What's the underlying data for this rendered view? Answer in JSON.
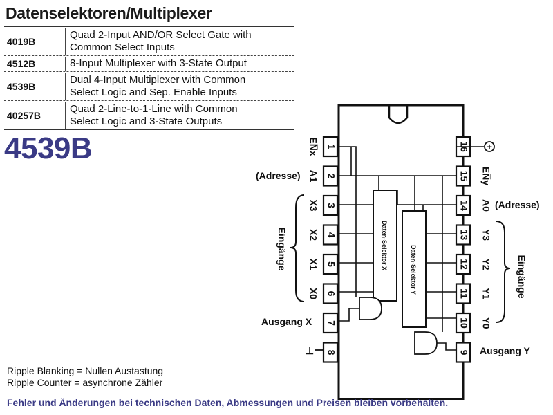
{
  "heading": "Datenselektoren/Multiplexer",
  "table": [
    {
      "code": "4019B",
      "desc": [
        "Quad 2-Input AND/OR Select Gate with",
        "Common Select Inputs"
      ]
    },
    {
      "code": "4512B",
      "desc": [
        "8-Input Multiplexer with 3-State Output"
      ]
    },
    {
      "code": "4539B",
      "desc": [
        "Dual 4-Input Multiplexer with Common",
        "Select Logic and Sep. Enable Inputs"
      ]
    },
    {
      "code": "40257B",
      "desc": [
        "Quad 2-Line-to-1-Line with Common",
        "Select Logic and 3-State Outputs"
      ]
    }
  ],
  "big_code": "4539B",
  "diagram": {
    "left_pins": [
      "1",
      "2",
      "3",
      "4",
      "5",
      "6",
      "7",
      "8"
    ],
    "right_pins": [
      "16",
      "15",
      "14",
      "13",
      "12",
      "11",
      "10",
      "9"
    ],
    "left_pin_names": [
      "EN̅x",
      "A1",
      "X3",
      "X2",
      "X1",
      "X0",
      "",
      ""
    ],
    "right_pin_names": [
      "",
      "EN̅y",
      "A0",
      "Y3",
      "Y2",
      "Y1",
      "Y0",
      ""
    ],
    "adresse_left": "(Adresse)",
    "adresse_right": "(Adresse)",
    "eingange_left": "Eingänge",
    "eingange_right": "Eingänge",
    "ausgang_x": "Ausgang X",
    "ausgang_y": "Ausgang Y",
    "selector_x": "Daten-Selektor X",
    "selector_y": "Daten-Selektor Y",
    "plus_symbol": "+",
    "minus_symbol": "⊥"
  },
  "notes": [
    "Ripple Blanking = Nullen Austastung",
    "Ripple Counter = asynchrone Zähler"
  ],
  "footer": "Fehler und Änderungen bei technischen Daten, Abmessungen und Preisen bleiben vorbehalten."
}
